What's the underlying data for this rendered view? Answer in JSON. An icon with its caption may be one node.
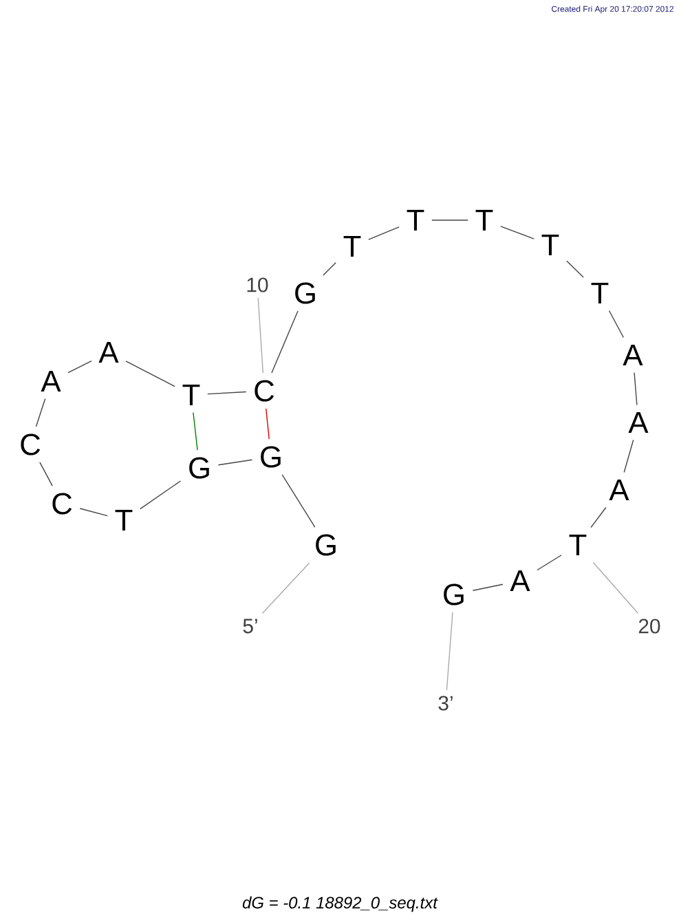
{
  "diagram": {
    "caption": "dG = -0.1 18892_0_seq.txt",
    "nodes": [
      {
        "text": [
          "G"
        ]
      },
      {
        "text": [
          "G"
        ]
      },
      {
        "text": [
          "G"
        ]
      },
      {
        "text": [
          "T"
        ]
      },
      {
        "text": [
          "C"
        ]
      },
      {
        "text": [
          "C"
        ]
      },
      {
        "text": [
          "A"
        ]
      },
      {
        "text": [
          "A"
        ]
      },
      {
        "text": [
          "T"
        ]
      },
      {
        "text": [
          "C"
        ]
      },
      {
        "text": [
          "G"
        ]
      },
      {
        "text": [
          "T"
        ]
      },
      {
        "text": [
          "T"
        ]
      },
      {
        "text": [
          "T"
        ]
      },
      {
        "text": [
          "T"
        ]
      },
      {
        "text": [
          "T"
        ]
      },
      {
        "text": [
          "A"
        ]
      },
      {
        "text": [
          "A"
        ]
      },
      {
        "text": [
          "A"
        ]
      },
      {
        "text": [
          "T"
        ]
      },
      {
        "text": [
          "A"
        ]
      },
      {
        "text": [
          "G"
        ]
      },
      {
        "text": [
          "10"
        ]
      },
      {
        "text": [
          "20"
        ]
      },
      {
        "text": [
          "5’"
        ]
      },
      {
        "text": [
          "3’"
        ]
      }
    ],
    "edges": [
      {
        "from": 0,
        "to": 1,
        "arrow": "none"
      },
      {
        "from": 1,
        "to": 2,
        "arrow": "none"
      },
      {
        "from": 2,
        "to": 3,
        "arrow": "none"
      },
      {
        "from": 3,
        "to": 4,
        "arrow": "none"
      },
      {
        "from": 4,
        "to": 5,
        "arrow": "none"
      },
      {
        "from": 5,
        "to": 6,
        "arrow": "none"
      },
      {
        "from": 6,
        "to": 7,
        "arrow": "none"
      },
      {
        "from": 7,
        "to": 8,
        "arrow": "none"
      },
      {
        "from": 8,
        "to": 9,
        "arrow": "none"
      },
      {
        "from": 9,
        "to": 10,
        "arrow": "none"
      },
      {
        "from": 10,
        "to": 11,
        "arrow": "none"
      },
      {
        "from": 11,
        "to": 12,
        "arrow": "none"
      },
      {
        "from": 12,
        "to": 13,
        "arrow": "none"
      },
      {
        "from": 13,
        "to": 14,
        "arrow": "none"
      },
      {
        "from": 14,
        "to": 15,
        "arrow": "none"
      },
      {
        "from": 15,
        "to": 16,
        "arrow": "none"
      },
      {
        "from": 16,
        "to": 17,
        "arrow": "none"
      },
      {
        "from": 17,
        "to": 18,
        "arrow": "none"
      },
      {
        "from": 18,
        "to": 19,
        "arrow": "none"
      },
      {
        "from": 19,
        "to": 20,
        "arrow": "none"
      },
      {
        "from": 20,
        "to": 21,
        "arrow": "none"
      },
      {
        "from": 1,
        "to": 9,
        "arrow": "none",
        "color": "#e00000"
      },
      {
        "from": 2,
        "to": 8,
        "arrow": "none",
        "color": "#008000"
      },
      {
        "from": 22,
        "to": 9,
        "arrow": "none",
        "color": "#aaaaaa"
      },
      {
        "from": 23,
        "to": 19,
        "arrow": "none",
        "color": "#aaaaaa"
      },
      {
        "from": 24,
        "to": 0,
        "arrow": "none",
        "color": "#aaaaaa"
      },
      {
        "from": 25,
        "to": 21,
        "arrow": "none",
        "color": "#aaaaaa"
      }
    ],
    "labels": [
      "Created Fri Apr 20 17:20:07 2012"
    ]
  }
}
